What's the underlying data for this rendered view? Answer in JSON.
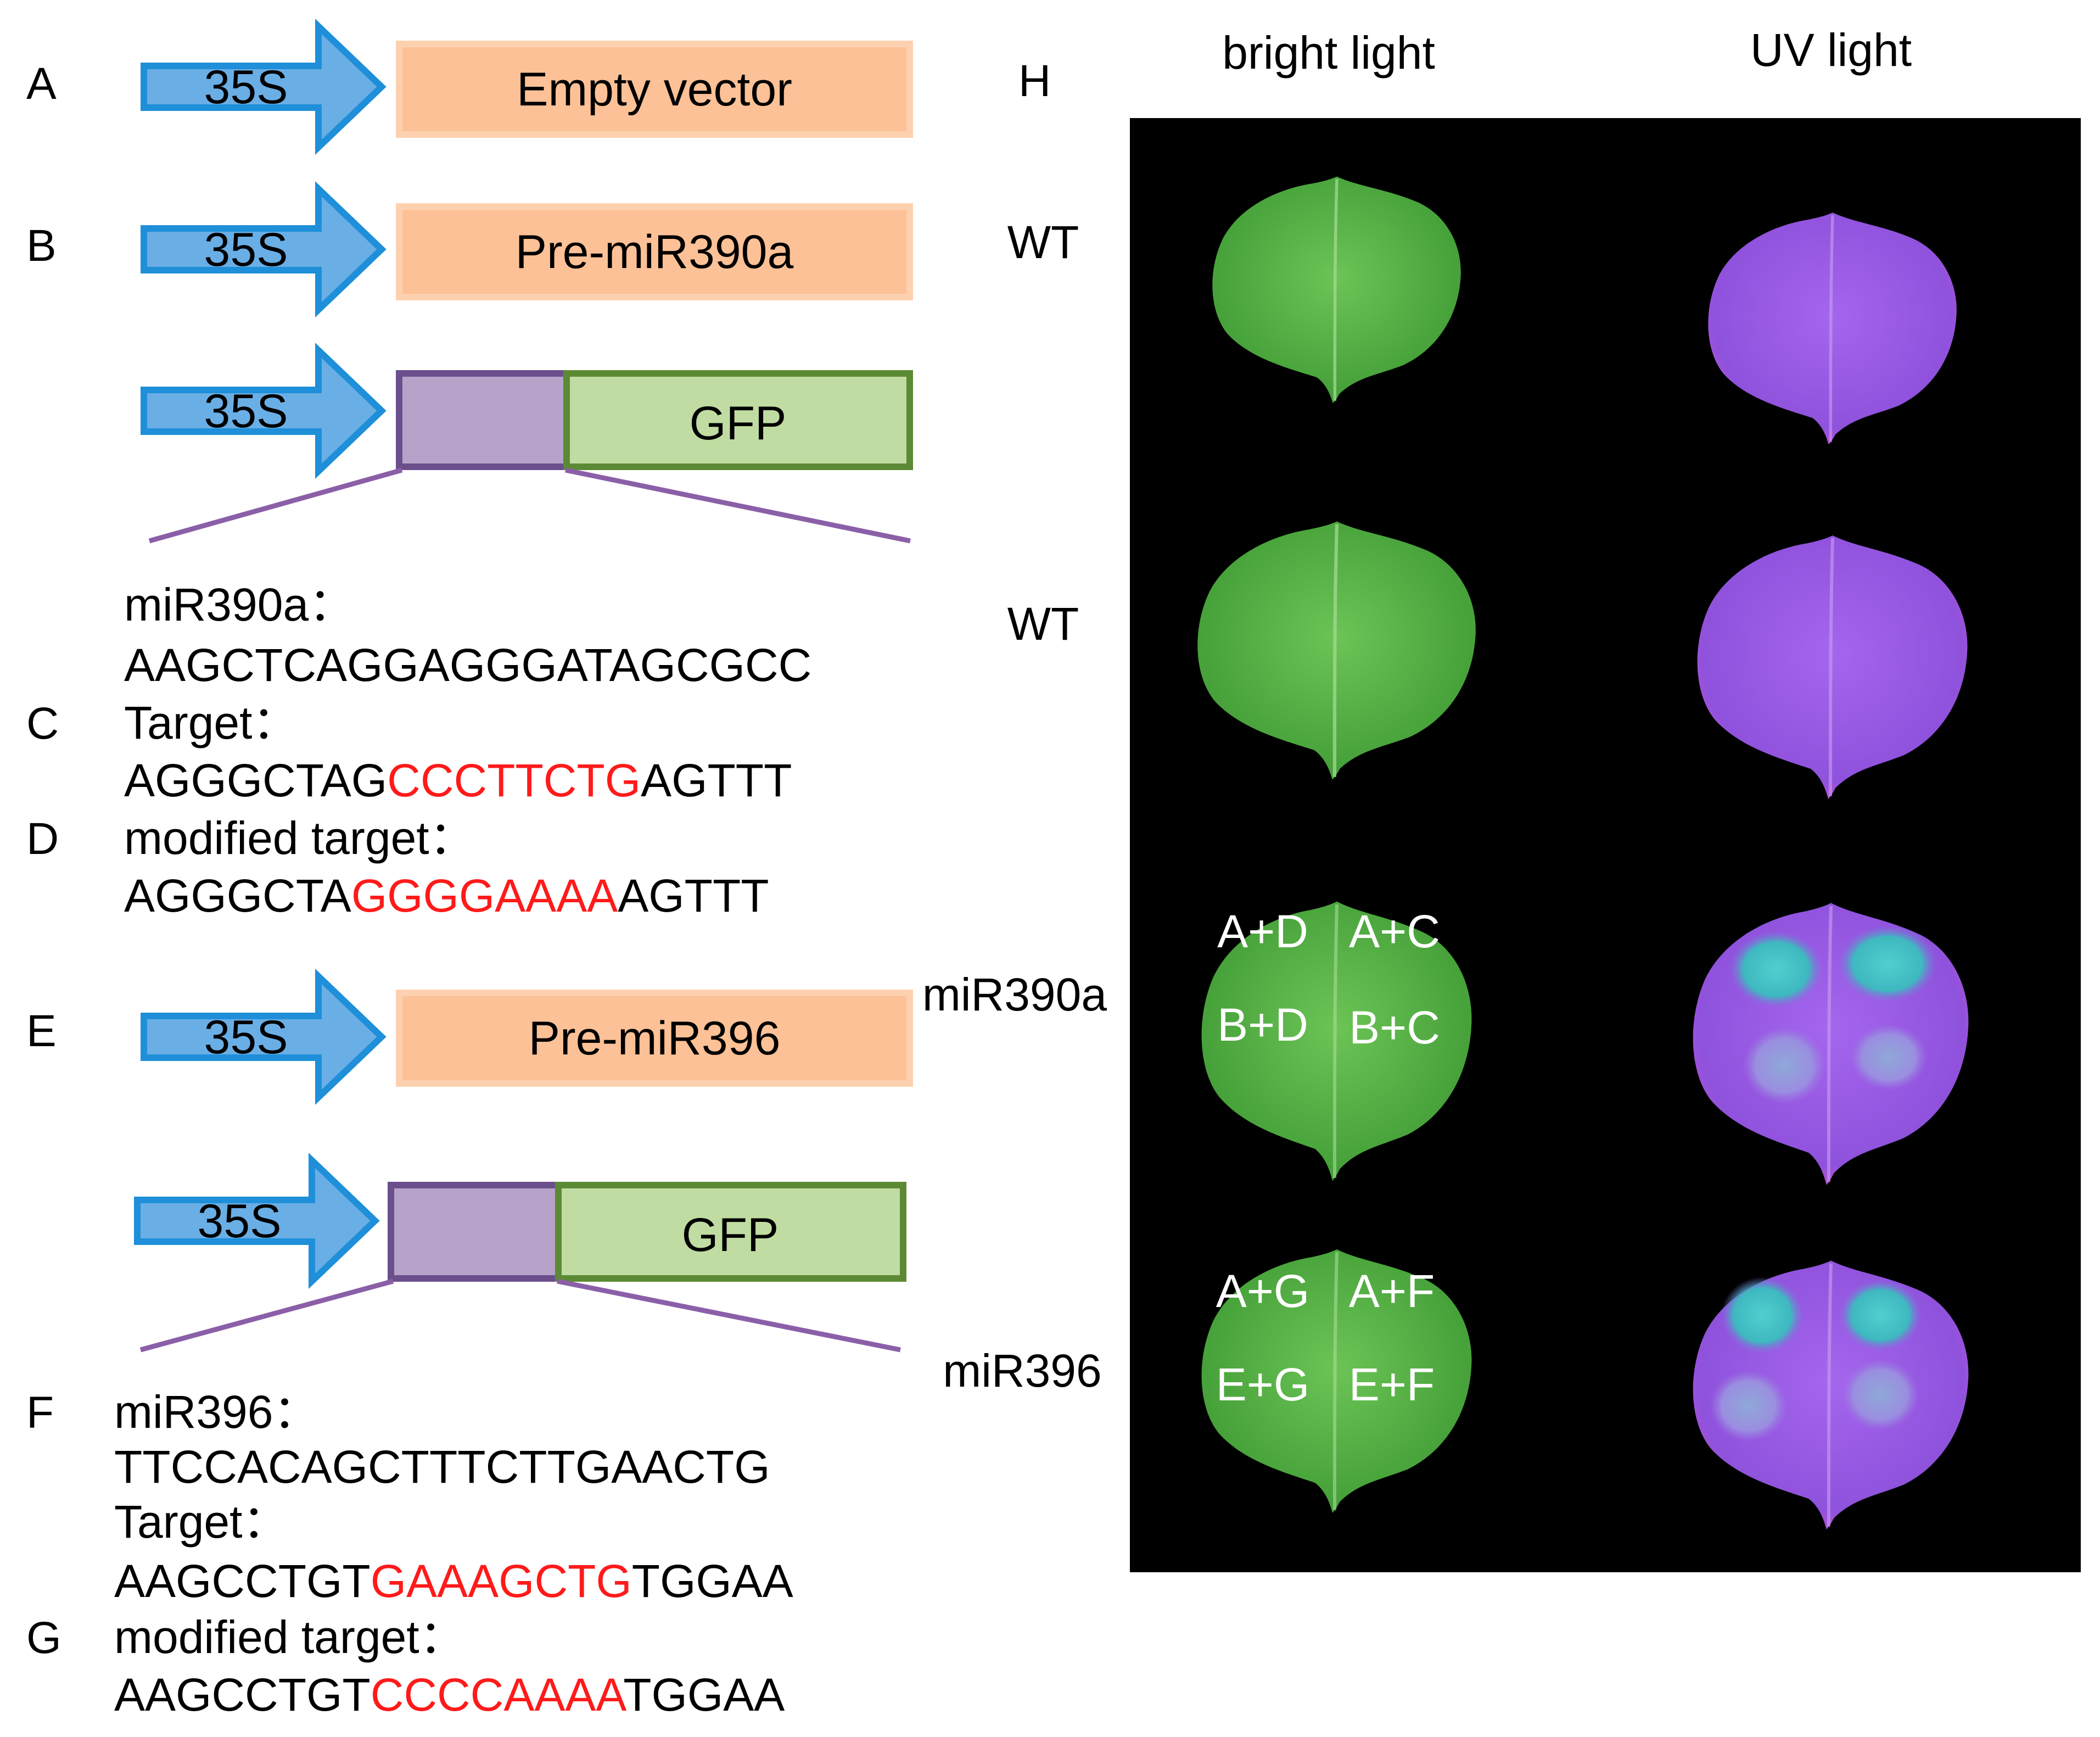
{
  "colors": {
    "promoter_fill": "#6aaee6",
    "promoter_stroke": "#1e8fd8",
    "precursor_fill": "#fcc196",
    "precursor_stroke": "#fdd1b0",
    "target_fill": "#b7a3c9",
    "target_stroke": "#6b4f8d",
    "gfp_fill": "#c0dca2",
    "gfp_stroke": "#5c8a34",
    "highlight": "#ff1a1a",
    "photo_background": "#000000",
    "leaf_bright": "#5cb84a",
    "leaf_uv": "#9a5ce6",
    "leaf_uv_spot": "#3fc7c7"
  },
  "panels": {
    "A": "A",
    "B": "B",
    "C": "C",
    "D": "D",
    "E": "E",
    "F": "F",
    "G": "G",
    "H": "H"
  },
  "constructs": {
    "promoter": "35S",
    "empty_vector": "Empty vector",
    "pre_mir390a": "Pre-miR390a",
    "pre_mir396": "Pre-miR396",
    "gfp": "GFP"
  },
  "seq390": {
    "mir_label": "miR390a：",
    "mir_seq": "AAGCTCAGGAGGGATAGCGCC",
    "target_label": "Target：",
    "target_seq": {
      "pre": "AGGGCTAG",
      "site": "CCCTTCTG",
      "post": "AGTTT"
    },
    "mod_label": "modified target：",
    "mod_seq": {
      "pre": "AGGGCTA",
      "site": "GGGGAAAA",
      "post": "AGTTT"
    }
  },
  "seq396": {
    "mir_label": "miR396：",
    "mir_seq": "TTCCACAGCTTTCTTGAACTG",
    "target_label": "Target：",
    "target_seq": {
      "pre": "AAGCCTGT",
      "site": "GAAAGCTG",
      "post": "TGGAA"
    },
    "mod_label": "modified target：",
    "mod_seq": {
      "pre": "AAGCCTGT",
      "site": "CCCCAAAA",
      "post": "TGGAA"
    }
  },
  "photo": {
    "col_bright": "bright light",
    "col_uv": "UV light",
    "rows": [
      "WT",
      "WT",
      "miR390a",
      "miR396"
    ],
    "spots390": [
      "A+D",
      "A+C",
      "B+D",
      "B+C"
    ],
    "spots396": [
      "A+G",
      "A+F",
      "E+G",
      "E+F"
    ]
  }
}
